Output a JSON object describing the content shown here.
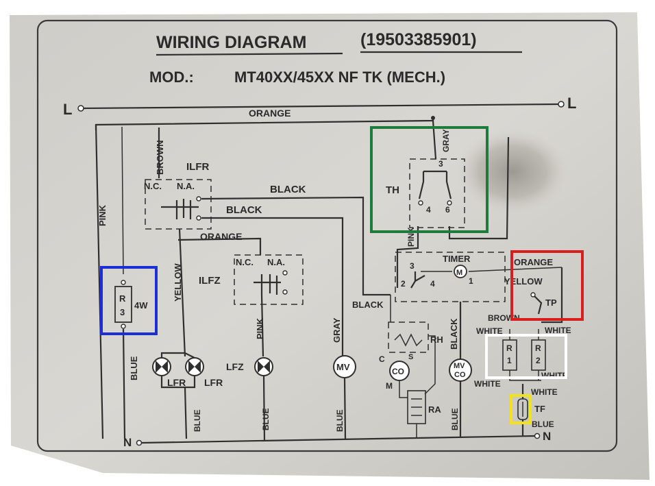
{
  "diagram": {
    "title": "WIRING DIAGRAM",
    "code": "(19503385901)",
    "model_prefix": "MOD.:",
    "model": "MT40XX/45XX  NF  TK (MECH.)",
    "terminals": {
      "L_left": "L",
      "L_right": "L",
      "N_left": "N",
      "N_right": "N"
    },
    "wire_labels": {
      "orange_top": "ORANGE",
      "brown": "BROWN",
      "pink_left": "PINK",
      "black_1": "BLACK",
      "black_2": "BLACK",
      "orange_mid": "ORANGE",
      "yellow": "YELLOW",
      "gray_th": "GRAY",
      "pink_th": "PINK",
      "gray_mv": "GRAY",
      "pink_lfz": "PINK",
      "black_timer": "BLACK",
      "black_mvco": "BLACK",
      "orange_tp": "ORANGE",
      "yellow_tp": "YELLOW",
      "brown_tp": "BROWN",
      "white_1": "WHITE",
      "white_2": "WHITE",
      "white_3": "WHITE",
      "white_4": "WHITE",
      "white_5": "WHITE",
      "blue_left": "BLUE",
      "blue_lfr": "BLUE",
      "blue_lfz": "BLUE",
      "blue_mv": "BLUE",
      "blue_mvco": "BLUE",
      "blue_tf": "BLUE"
    },
    "components": {
      "ilfr": "ILFR",
      "ilfz": "ILFZ",
      "nc": "N.C.",
      "na": "N.A.",
      "nc2": "N.C.",
      "na2": "N.A.",
      "th": "TH",
      "timer": "TIMER",
      "timer_motor": "M",
      "r3_letter": "R",
      "r3_num": "3",
      "r3_watts": "4W",
      "lfr_1": "LFR",
      "lfr_2": "LFR",
      "lfz": "LFZ",
      "mv": "MV",
      "co": "CO",
      "mvco_1": "MV",
      "mvco_2": "CO",
      "rh": "RH",
      "ra": "RA",
      "c": "C",
      "m": "M",
      "s": "S",
      "tp": "TP",
      "tf": "TF",
      "r1_letter": "R",
      "r1_num": "1",
      "r2_letter": "R",
      "r2_num": "2"
    },
    "pins": {
      "th_3": "3",
      "th_4": "4",
      "th_6": "6",
      "timer_3": "3",
      "timer_2": "2",
      "timer_4": "4",
      "timer_1": "1"
    },
    "highlight_colors": {
      "green": "#1e7b3c",
      "red": "#d91e1e",
      "blue": "#1c2fd6",
      "white": "#ffffff",
      "yellow": "#f2e21c"
    }
  }
}
